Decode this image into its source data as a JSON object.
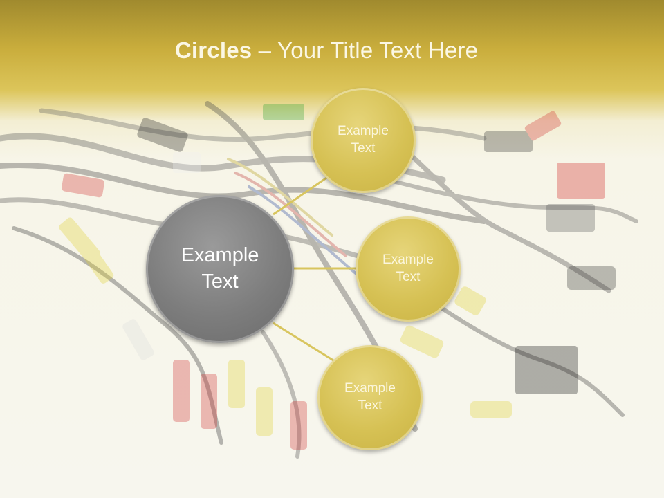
{
  "title": {
    "bold_part": "Circles",
    "rest": " – Your Title Text Here"
  },
  "diagram": {
    "center": {
      "text": "Example\nText"
    },
    "satellites": [
      {
        "text": "Example\nText"
      },
      {
        "text": "Example\nText"
      },
      {
        "text": "Example\nText"
      }
    ]
  },
  "colors": {
    "header": "#c9ad3c",
    "center_circle": "#7d7d7d",
    "satellite_circle": "#d6c154",
    "connector": "#d8c55e"
  }
}
